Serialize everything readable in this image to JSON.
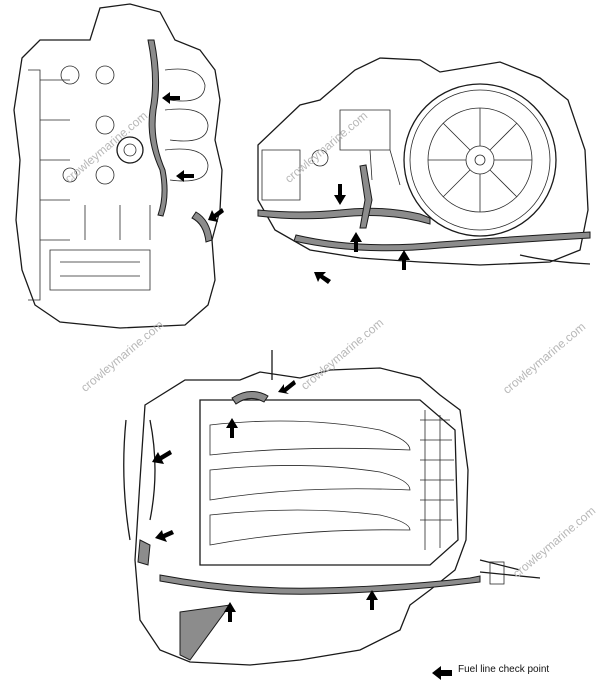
{
  "legend": {
    "label": "Fuel line check point",
    "icon": "arrow-left-icon"
  },
  "watermarks": [
    "crowleymarine.com",
    "crowleymarine.com",
    "crowleymarine.com",
    "crowleymarine.com",
    "crowleymarine.com",
    "crowleymarine.com"
  ],
  "colors": {
    "line": "#1a1a1a",
    "hose": "#8c8c8c",
    "watermark": "#b8b8b8",
    "background": "#ffffff"
  }
}
